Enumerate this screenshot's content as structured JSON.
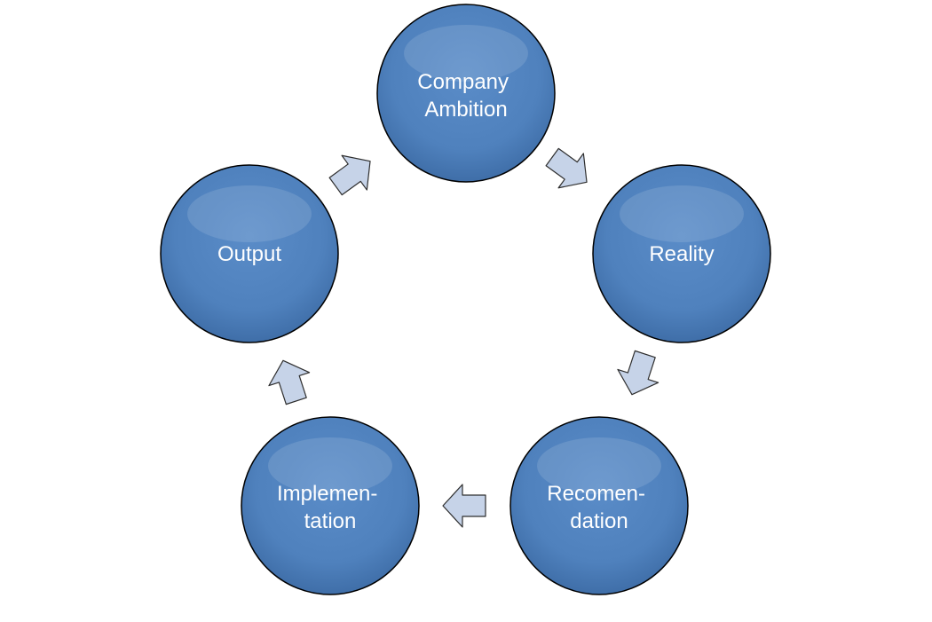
{
  "diagram": {
    "nodes": [
      {
        "id": "company-ambition",
        "lines": [
          "Company",
          "Ambition"
        ]
      },
      {
        "id": "reality",
        "lines": [
          "Reality"
        ]
      },
      {
        "id": "recomendation",
        "lines": [
          "Recomen-",
          "dation"
        ]
      },
      {
        "id": "implementation",
        "lines": [
          "Implemen-",
          "tation"
        ]
      },
      {
        "id": "output",
        "lines": [
          "Output"
        ]
      }
    ],
    "edges": [
      {
        "from": "company-ambition",
        "to": "reality"
      },
      {
        "from": "reality",
        "to": "recomendation"
      },
      {
        "from": "recomendation",
        "to": "implementation"
      },
      {
        "from": "implementation",
        "to": "output"
      },
      {
        "from": "output",
        "to": "company-ambition"
      }
    ],
    "colors": {
      "node_fill": "#4f81bd",
      "node_stroke": "#000000",
      "arrow_fill": "#c6d3e8",
      "arrow_stroke": "#2e2e2e",
      "label": "#ffffff"
    }
  }
}
